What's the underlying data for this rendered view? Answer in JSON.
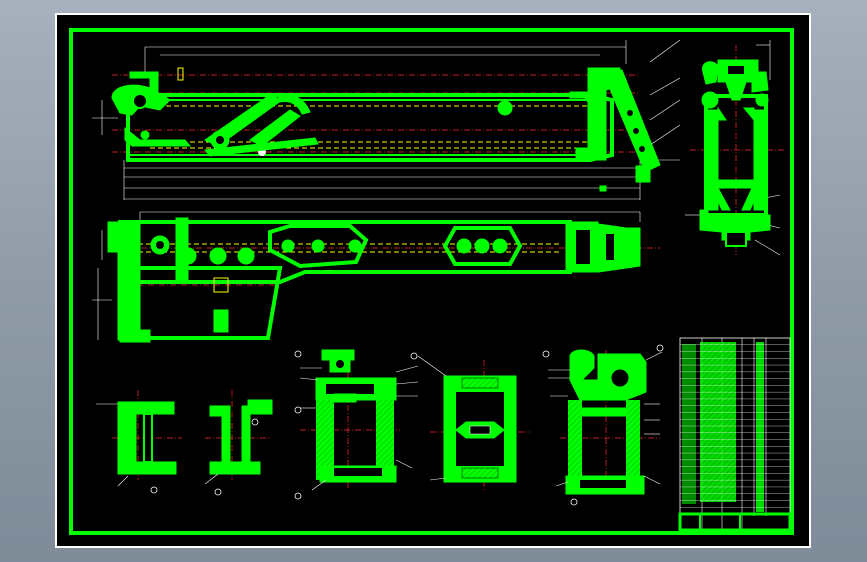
{
  "drawing": {
    "background_color": "#9aa5b1",
    "sheet_color": "#000000",
    "line_color": "#00ff00",
    "centerline_color": "#ff2a2a",
    "hidden_line_color": "#ffff00",
    "dimension_color": "#ffffff"
  },
  "views": [
    {
      "name": "front-elevation"
    },
    {
      "name": "side-section-a"
    },
    {
      "name": "plan-view"
    },
    {
      "name": "section-b"
    },
    {
      "name": "section-c"
    },
    {
      "name": "section-d"
    },
    {
      "name": "section-e"
    },
    {
      "name": "section-f"
    }
  ],
  "title_block": {
    "rows": 26
  }
}
